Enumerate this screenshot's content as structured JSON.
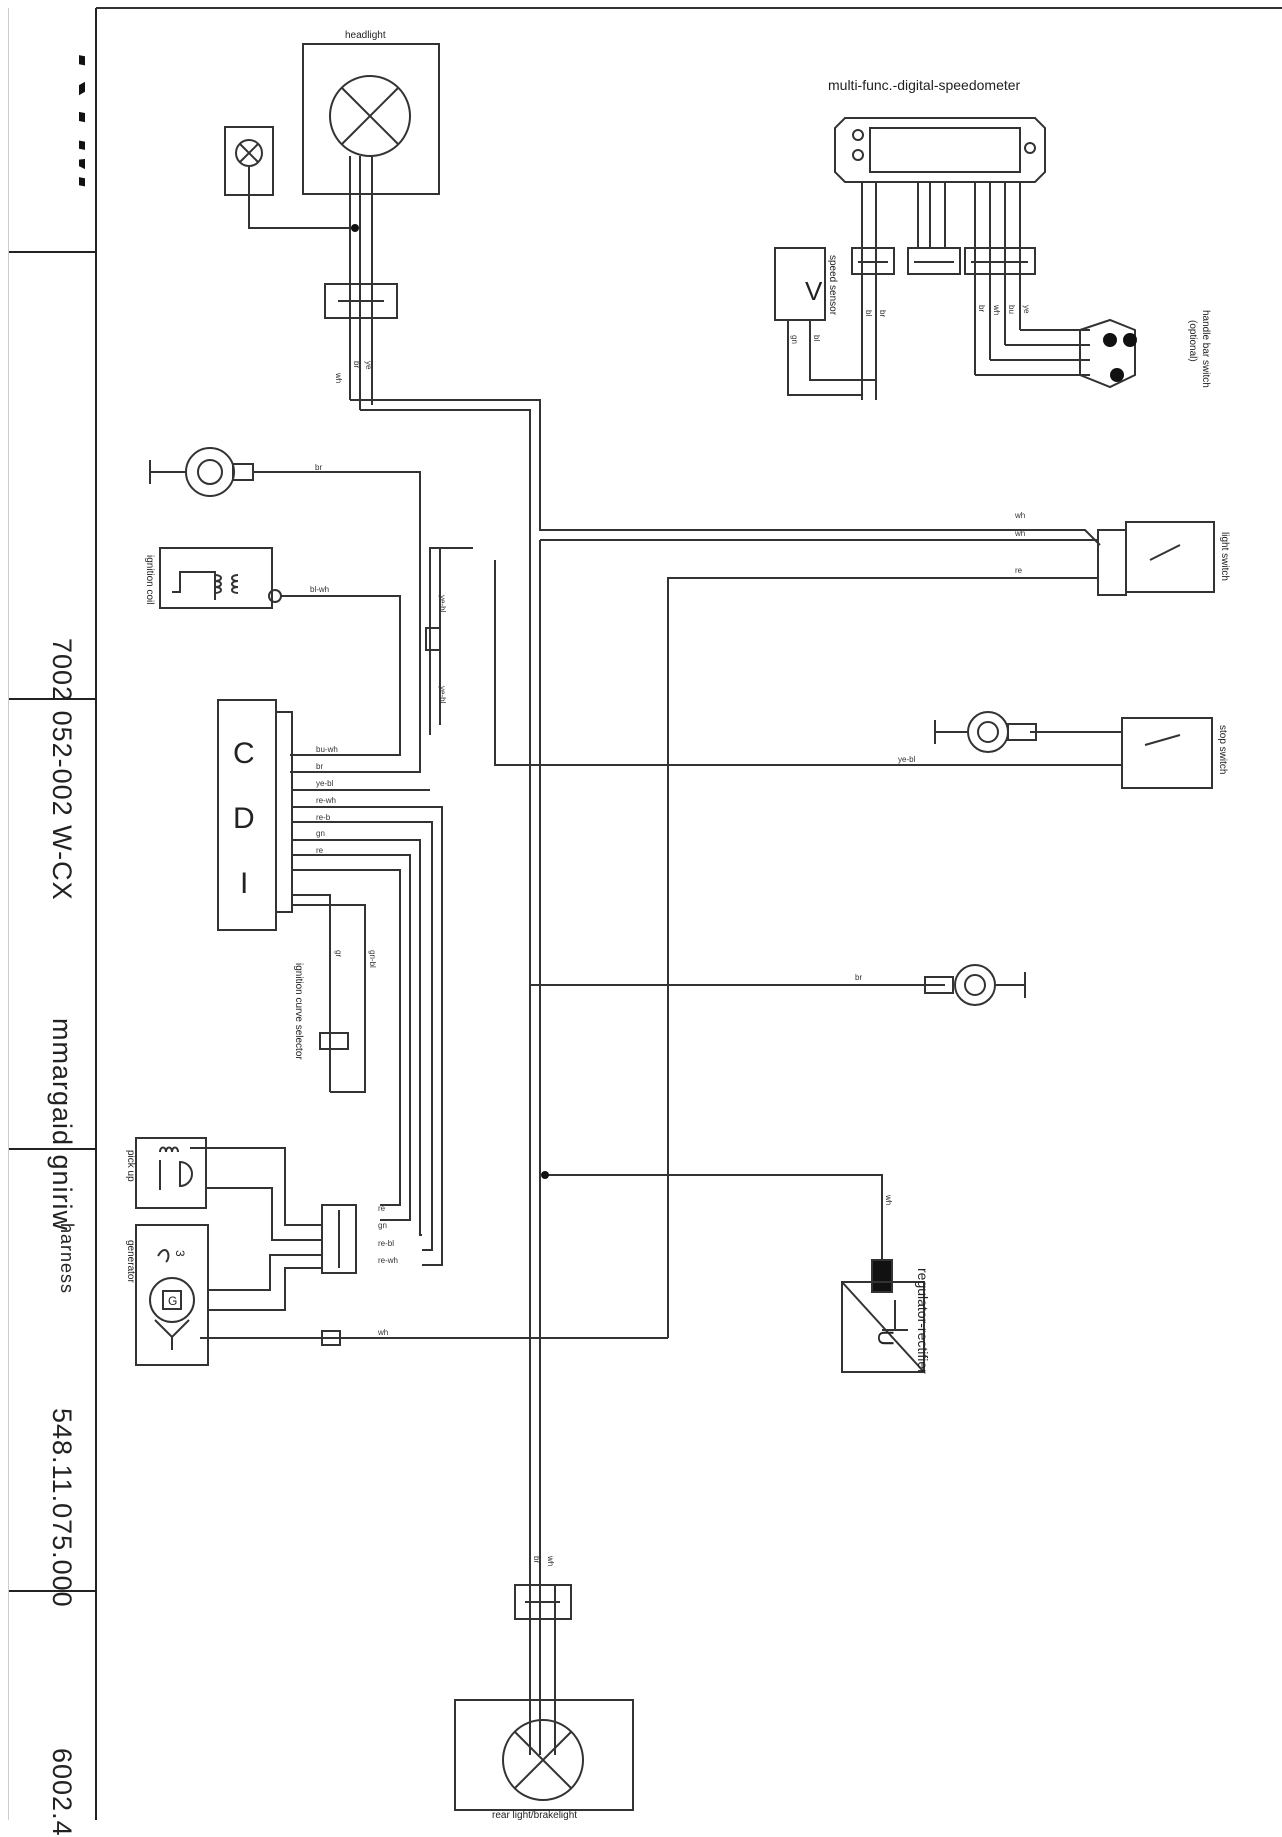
{
  "sidebar": {
    "brand": "KTM",
    "cells": [
      {
        "text": "7002 052-002 W-CX"
      },
      {
        "text": "mmargaid gniriw"
      },
      {
        "text": "harness"
      },
      {
        "text": "548.11.075.000"
      },
      {
        "text": "6002.4"
      }
    ]
  },
  "components": {
    "headlight": "headlight",
    "speedometer": "multi-func.-digital-speedometer",
    "speed_sensor": "speed sensor",
    "speed_sensor_symbol": "V",
    "handlebar_switch": "handle bar switch",
    "handlebar_switch_note": "(optional)",
    "light_switch": "light switch",
    "stop_switch": "stop switch",
    "ignition_coil": "ignition coil",
    "cdi_letters": [
      "C",
      "D",
      "I"
    ],
    "curve_selector": "ignition curve selector",
    "pick_up": "pick up",
    "generator": "generator",
    "generator_symbol": "G",
    "generator_phase": "3",
    "regulator": "regulator-rectifier",
    "regulator_symbol": "U",
    "rear_light": "rear light/brakelight"
  },
  "wire_labels": {
    "head_wh": "wh",
    "head_br": "br",
    "head_ye": "ye",
    "gnd_top": "br",
    "coil": "bl-wh",
    "cdi_1": "bu-wh",
    "cdi_2": "br",
    "cdi_3": "ye-bl",
    "cdi_4": "re-wh",
    "cdi_5": "re-b",
    "cdi_6": "gn",
    "cdi_7": "re",
    "ve_1": "ye-bl",
    "ve_2": "ye-bl",
    "sel_1": "gr",
    "sel_2": "gn-bl",
    "ls_1": "wh",
    "ls_2": "wh",
    "ls_3": "re",
    "stop": "ye-bl",
    "gnd_mid": "br",
    "reg": "wh",
    "gen_1": "re",
    "gen_2": "gn",
    "gen_3": "re-bl",
    "gen_4": "re-wh",
    "gen_5": "wh",
    "spd_1": "bl",
    "spd_2": "br",
    "sen_1": "gn",
    "sen_2": "bl",
    "hb_1": "br",
    "hb_2": "wh",
    "hb_3": "bu",
    "hb_4": "ye",
    "rear_br": "br",
    "rear_wh": "wh"
  }
}
